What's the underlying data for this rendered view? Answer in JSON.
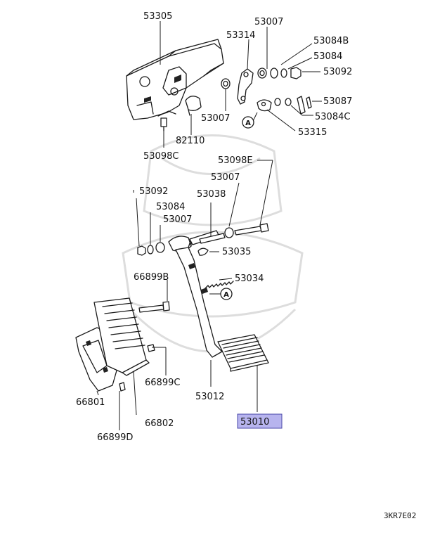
{
  "diagram": {
    "part_labels": [
      {
        "id": "53305",
        "text": "53305"
      },
      {
        "id": "53007a",
        "text": "53007"
      },
      {
        "id": "53314",
        "text": "53314"
      },
      {
        "id": "53084B",
        "text": "53084B"
      },
      {
        "id": "53084a",
        "text": "53084"
      },
      {
        "id": "53092a",
        "text": "53092"
      },
      {
        "id": "53007b",
        "text": "53007"
      },
      {
        "id": "53087",
        "text": "53087"
      },
      {
        "id": "53084C",
        "text": "53084C"
      },
      {
        "id": "53315",
        "text": "53315"
      },
      {
        "id": "82110",
        "text": "82110"
      },
      {
        "id": "53098C",
        "text": "53098C"
      },
      {
        "id": "53098E",
        "text": "53098E"
      },
      {
        "id": "53007c",
        "text": "53007"
      },
      {
        "id": "53092b",
        "text": "53092"
      },
      {
        "id": "53038",
        "text": "53038"
      },
      {
        "id": "53084b",
        "text": "53084"
      },
      {
        "id": "53007d",
        "text": "53007"
      },
      {
        "id": "53035",
        "text": "53035"
      },
      {
        "id": "53034",
        "text": "53034"
      },
      {
        "id": "66899B",
        "text": "66899B"
      },
      {
        "id": "66899C",
        "text": "66899C"
      },
      {
        "id": "53012",
        "text": "53012"
      },
      {
        "id": "66801",
        "text": "66801"
      },
      {
        "id": "66802",
        "text": "66802"
      },
      {
        "id": "66899D",
        "text": "66899D"
      }
    ],
    "highlighted_label": "53010",
    "ref_marker_a": "A",
    "ref_marker_b": "A",
    "figure_code": "3KR7E02",
    "colors": {
      "highlight_fill": "#b7b4ee",
      "highlight_stroke": "#4a47a8",
      "ink": "#1a1a1a"
    }
  }
}
